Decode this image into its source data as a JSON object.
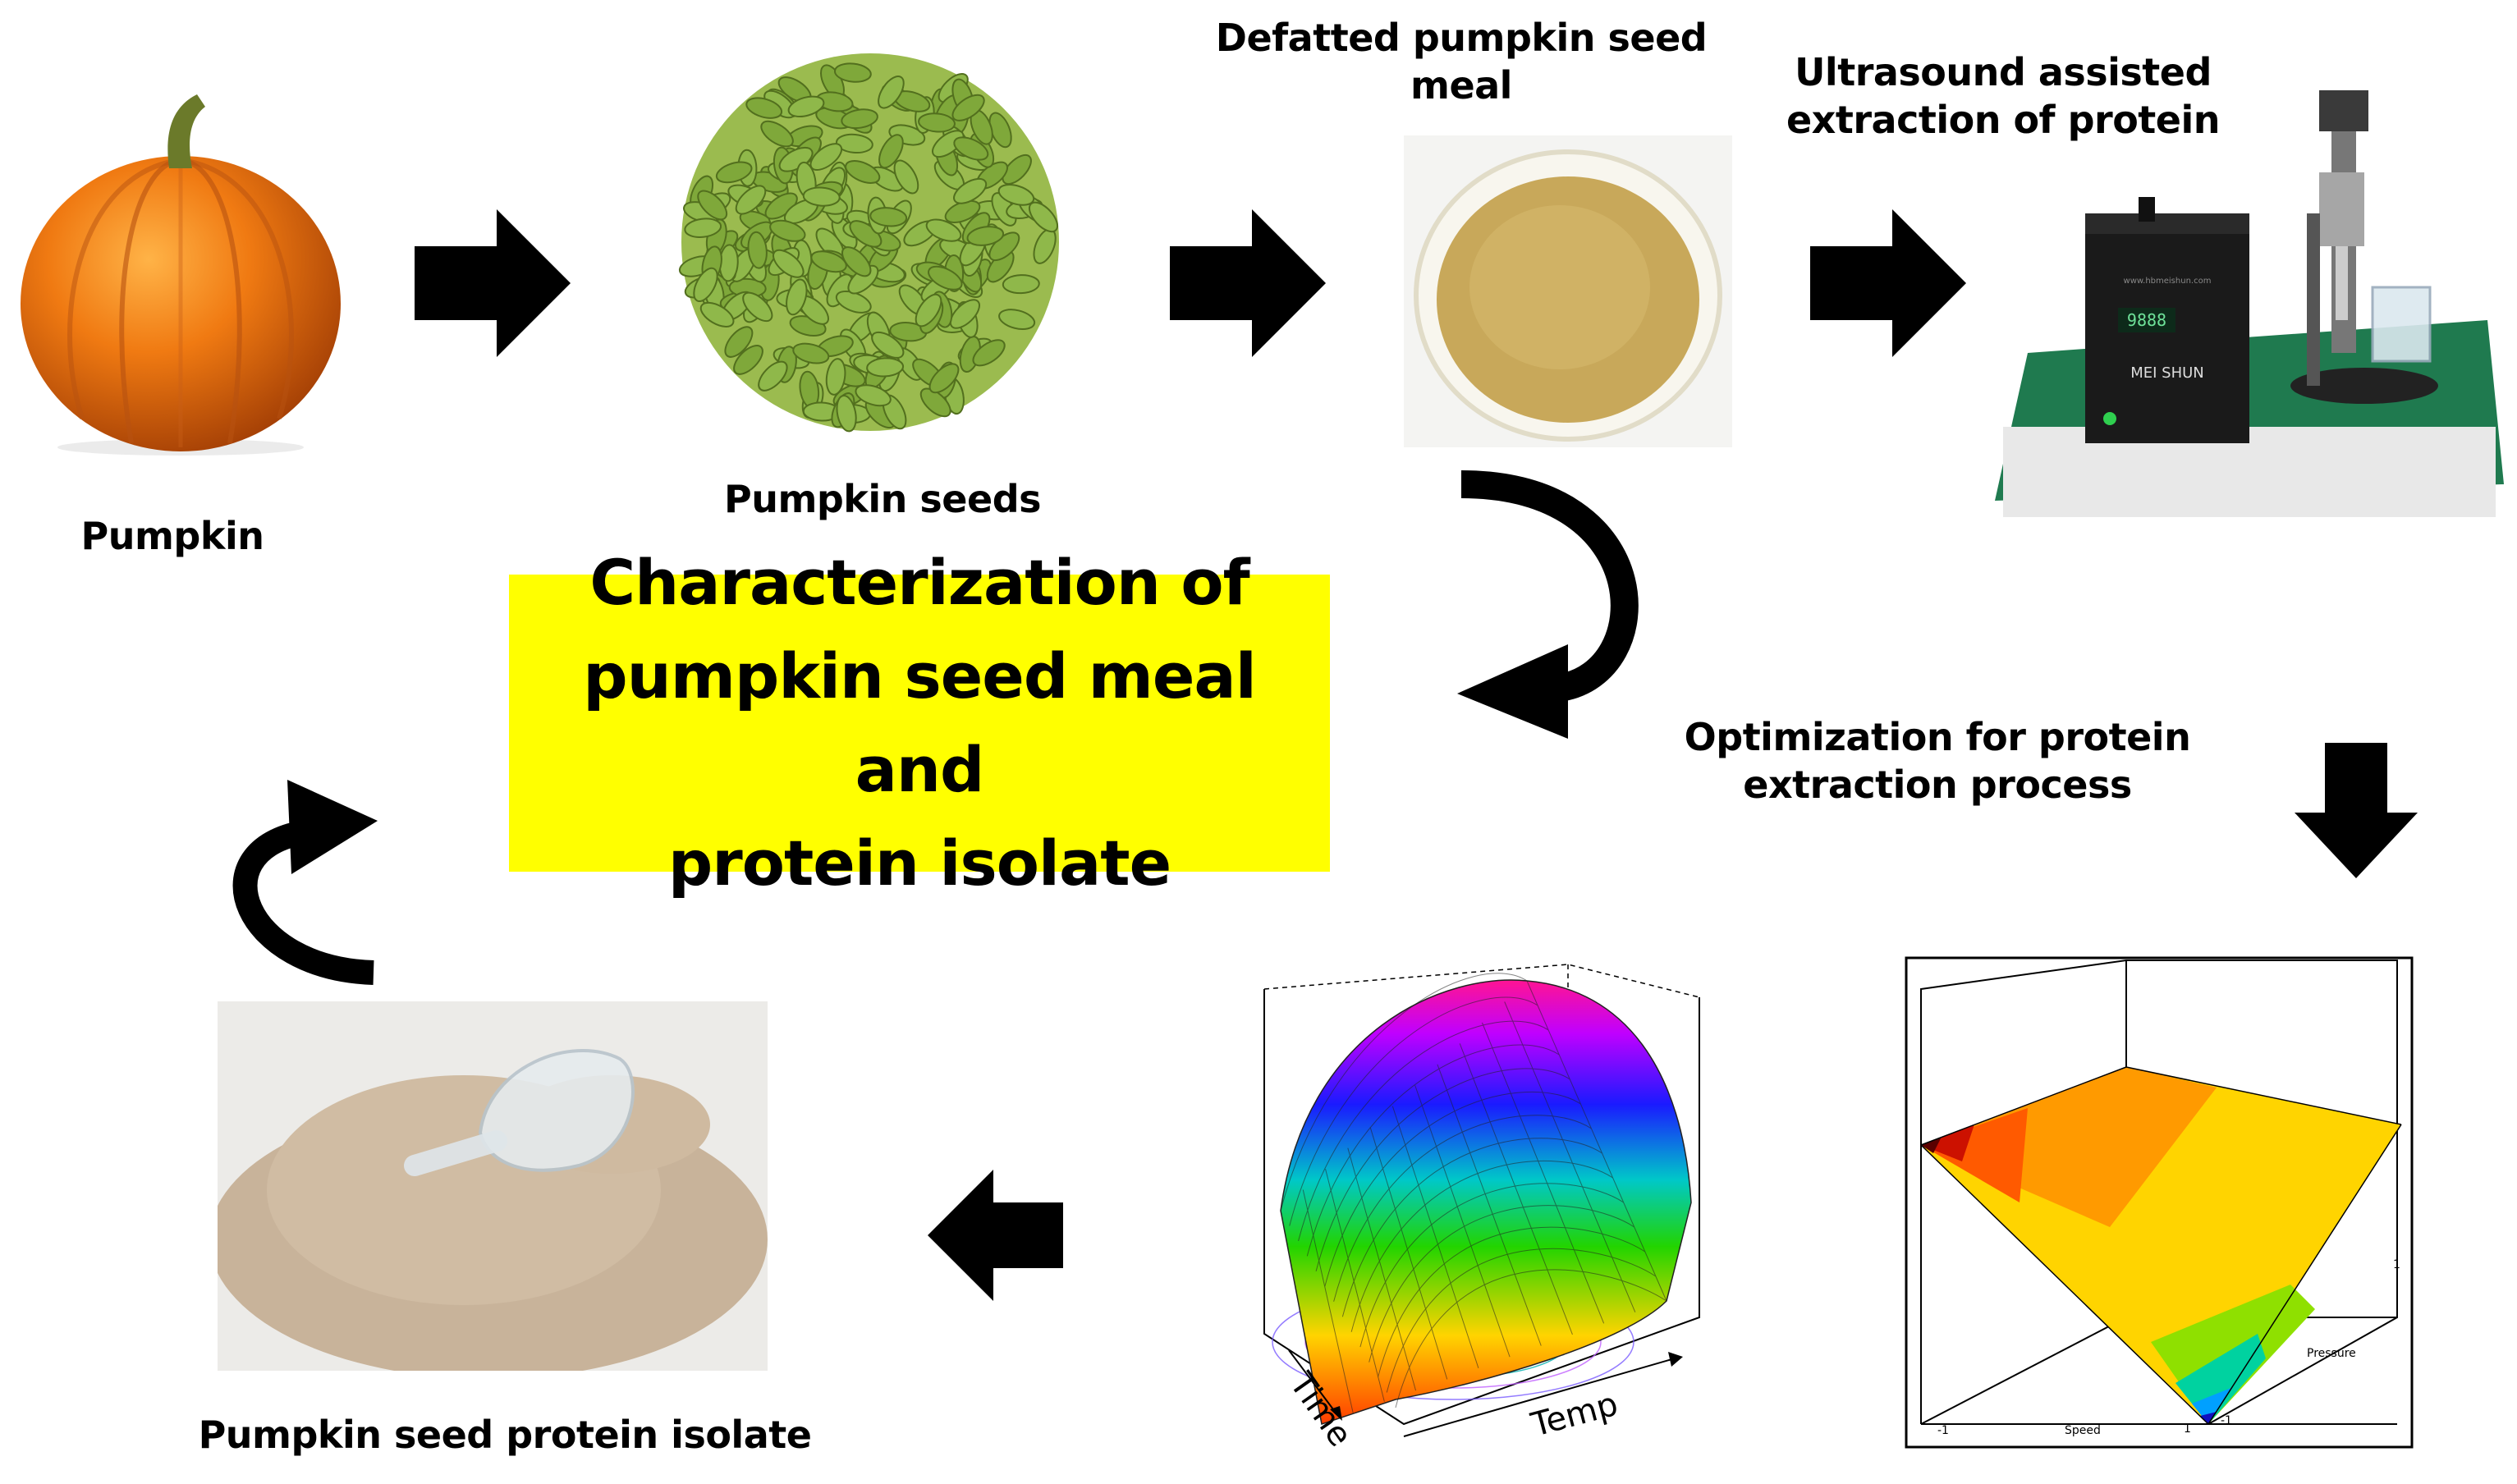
{
  "labels": {
    "pumpkin": "Pumpkin",
    "seeds": "Pumpkin seeds",
    "meal": "Defatted pumpkin seed\nmeal",
    "ultrasound": "Ultrasound assisted\nextraction of protein",
    "optimization": "Optimization for protein\nextraction process",
    "isolate": "Pumpkin seed protein isolate"
  },
  "center_box": {
    "text": "Characterization of\npumpkin seed meal and\nprotein isolate",
    "color": "#ffff00"
  },
  "device": {
    "display": "9888",
    "brand": "MEI SHUN",
    "url": "www.hbmeishun.com"
  },
  "surface_plot": {
    "x_axis": "Temp",
    "y_axis": "Time"
  },
  "contour_plot": {
    "x_axis": "Speed",
    "z_axis": "Pressure",
    "ticks": {
      "x_min": "-1",
      "x_max": "1",
      "z_min": "-1",
      "z_max": "1"
    }
  },
  "arrows": [
    "arrow-right-icon",
    "arrow-right-icon",
    "arrow-right-icon",
    "arrow-down-icon",
    "arrow-left-icon",
    "curved-arrow-icon",
    "curved-arrow-icon"
  ]
}
